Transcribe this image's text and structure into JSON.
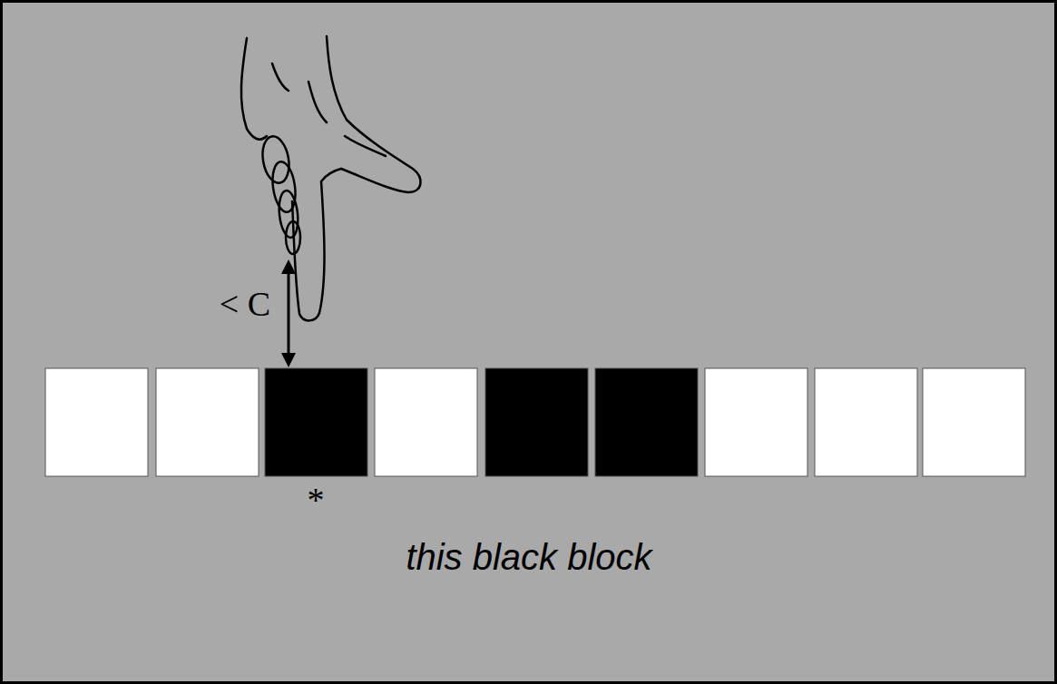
{
  "diagram": {
    "caption": "this black block",
    "labels": [
      "< C",
      "*"
    ]
  }
}
